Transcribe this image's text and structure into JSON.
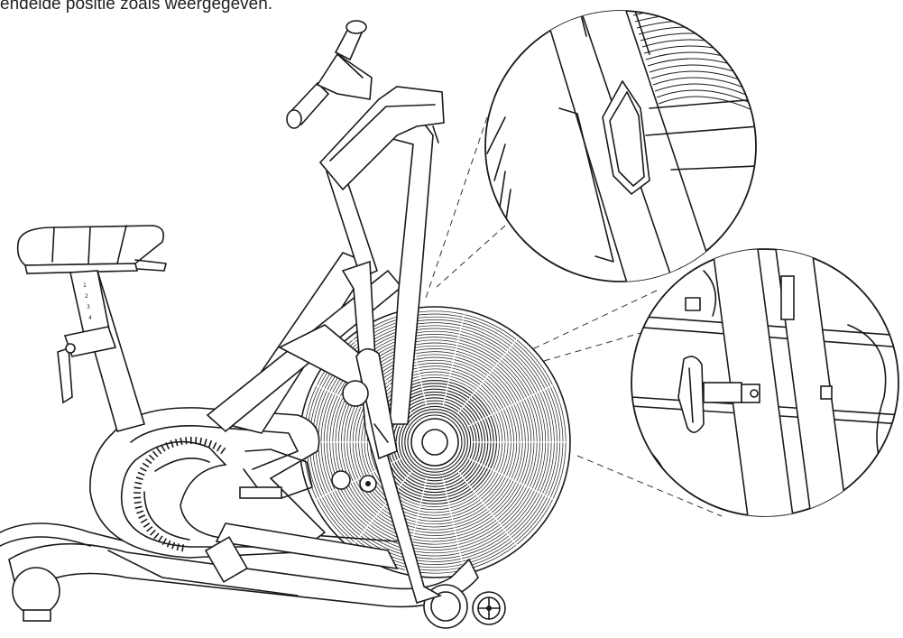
{
  "caption": "endelde positie zoals weergegeven.",
  "seat_post_marks": [
    "1",
    "2",
    "3",
    "4"
  ]
}
